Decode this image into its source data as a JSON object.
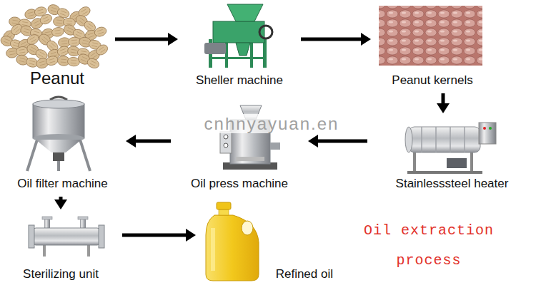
{
  "diagram": {
    "title": "Oil extraction process",
    "nodes": [
      {
        "text": [
          "Peanut"
        ]
      },
      {
        "text": [
          "Sheller machine"
        ]
      },
      {
        "text": [
          "Peanut kernels"
        ]
      },
      {
        "text": [
          "Oil filter machine"
        ]
      },
      {
        "text": [
          "Oil press machine"
        ]
      },
      {
        "text": [
          "Stainlesssteel heater"
        ]
      },
      {
        "text": [
          "Sterilizing unit"
        ]
      },
      {
        "text": [
          "Refined oil"
        ]
      }
    ],
    "edges": [
      {
        "from": 0,
        "to": 1,
        "arrow": "to"
      },
      {
        "from": 1,
        "to": 2,
        "arrow": "to"
      },
      {
        "from": 2,
        "to": 5,
        "arrow": "to"
      },
      {
        "from": 5,
        "to": 4,
        "arrow": "to"
      },
      {
        "from": 4,
        "to": 3,
        "arrow": "to"
      },
      {
        "from": 3,
        "to": 6,
        "arrow": "to"
      },
      {
        "from": 6,
        "to": 7,
        "arrow": "to"
      }
    ],
    "labels": [
      "cnhnyayuan.en"
    ]
  }
}
